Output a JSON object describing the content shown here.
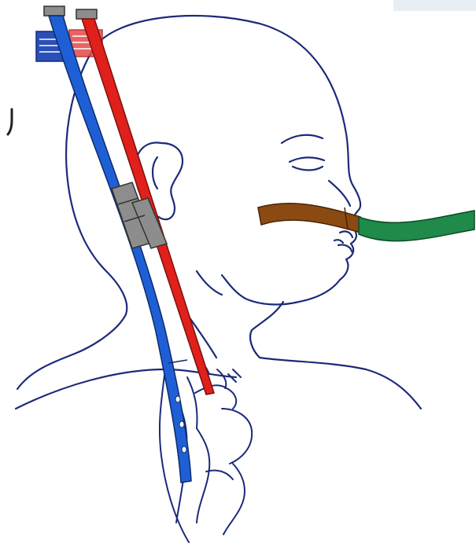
{
  "figure": {
    "subject": "infant-head-neck-heart-outline",
    "devices": [
      {
        "name": "venous-cannula",
        "color": "#1f5fd6"
      },
      {
        "name": "arterial-cannula",
        "color": "#e0201b"
      },
      {
        "name": "connector-clamps",
        "color": "#8d8d8d"
      },
      {
        "name": "endotracheal-tube-distal",
        "color": "#8b4a12"
      },
      {
        "name": "endotracheal-tube-proximal",
        "color": "#1f8a4a"
      }
    ],
    "outline_color": "#1c2a7a"
  }
}
